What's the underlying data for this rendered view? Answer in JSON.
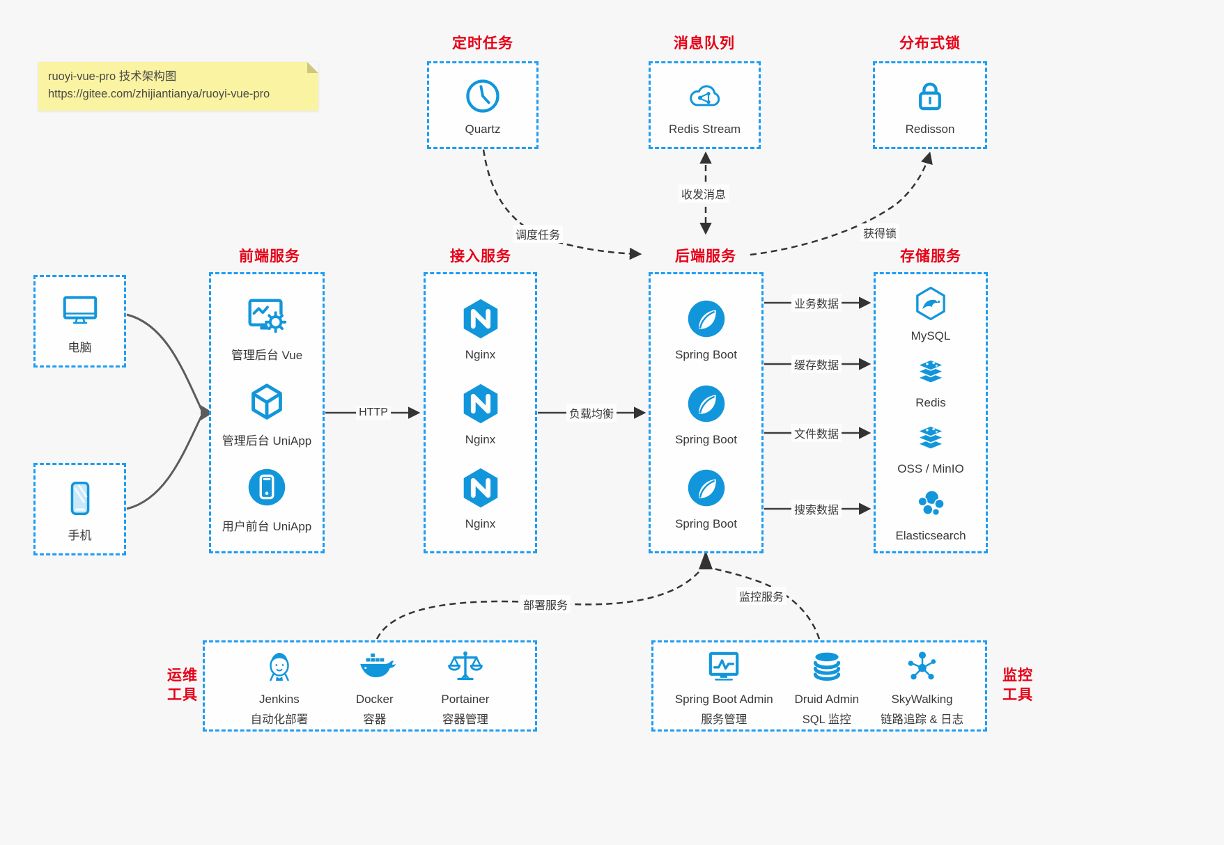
{
  "note": {
    "line1": "ruoyi-vue-pro 技术架构图",
    "line2": "https://gitee.com/zhijiantianya/ruoyi-vue-pro"
  },
  "top_groups": {
    "scheduler": {
      "title": "定时任务",
      "item": {
        "label": "Quartz",
        "icon": "clock-icon"
      }
    },
    "mq": {
      "title": "消息队列",
      "item": {
        "label": "Redis Stream",
        "icon": "cloud-share-icon"
      }
    },
    "lock": {
      "title": "分布式锁",
      "item": {
        "label": "Redisson",
        "icon": "lock-icon"
      }
    }
  },
  "clients": {
    "pc": {
      "label": "电脑",
      "icon": "desktop-icon"
    },
    "mobile": {
      "label": "手机",
      "icon": "phone-icon"
    }
  },
  "columns": {
    "frontend": {
      "title": "前端服务",
      "items": [
        {
          "label": "管理后台 Vue",
          "icon": "admin-vue-icon"
        },
        {
          "label": "管理后台 UniApp",
          "icon": "cube-icon"
        },
        {
          "label": "用户前台 UniApp",
          "icon": "mobile-app-icon"
        }
      ]
    },
    "gateway": {
      "title": "接入服务",
      "items": [
        {
          "label": "Nginx",
          "icon": "nginx-icon"
        },
        {
          "label": "Nginx",
          "icon": "nginx-icon"
        },
        {
          "label": "Nginx",
          "icon": "nginx-icon"
        }
      ]
    },
    "backend": {
      "title": "后端服务",
      "items": [
        {
          "label": "Spring Boot",
          "icon": "spring-boot-icon"
        },
        {
          "label": "Spring Boot",
          "icon": "spring-boot-icon"
        },
        {
          "label": "Spring Boot",
          "icon": "spring-boot-icon"
        }
      ]
    },
    "storage": {
      "title": "存储服务",
      "items": [
        {
          "label": "MySQL",
          "icon": "mysql-icon"
        },
        {
          "label": "Redis",
          "icon": "redis-stack-icon"
        },
        {
          "label": "OSS / MinIO",
          "icon": "storage-stack-icon"
        },
        {
          "label": "Elasticsearch",
          "icon": "elasticsearch-icon"
        }
      ]
    }
  },
  "bottom_groups": {
    "ops": {
      "side_label_line1": "运维",
      "side_label_line2": "工具",
      "items": [
        {
          "name": "Jenkins",
          "desc": "自动化部署",
          "icon": "jenkins-icon"
        },
        {
          "name": "Docker",
          "desc": "容器",
          "icon": "docker-icon"
        },
        {
          "name": "Portainer",
          "desc": "容器管理",
          "icon": "scales-icon"
        }
      ]
    },
    "monitoring": {
      "side_label_line1": "监控",
      "side_label_line2": "工具",
      "items": [
        {
          "name": "Spring Boot Admin",
          "desc": "服务管理",
          "icon": "monitor-chart-icon"
        },
        {
          "name": "Druid Admin",
          "desc": "SQL 监控",
          "icon": "database-icon"
        },
        {
          "name": "SkyWalking",
          "desc": "链路追踪 & 日志",
          "icon": "topology-icon"
        }
      ]
    }
  },
  "edges": {
    "client_pc": {
      "label": "",
      "from": "电脑",
      "to": "前端服务",
      "style": "solid-curve"
    },
    "client_mobile": {
      "label": "",
      "from": "手机",
      "to": "前端服务",
      "style": "solid-curve"
    },
    "http": {
      "label": "HTTP",
      "from": "前端服务",
      "to": "接入服务",
      "style": "solid"
    },
    "load_balance": {
      "label": "负载均衡",
      "from": "接入服务",
      "to": "后端服务",
      "style": "solid"
    },
    "business_data": {
      "label": "业务数据",
      "from": "后端服务",
      "to": "MySQL",
      "style": "solid"
    },
    "cache_data": {
      "label": "缓存数据",
      "from": "后端服务",
      "to": "Redis",
      "style": "solid"
    },
    "file_data": {
      "label": "文件数据",
      "from": "后端服务",
      "to": "OSS / MinIO",
      "style": "solid"
    },
    "search_data": {
      "label": "搜索数据",
      "from": "后端服务",
      "to": "Elasticsearch",
      "style": "solid"
    },
    "schedule_task": {
      "label": "调度任务",
      "from": "Quartz",
      "to": "后端服务",
      "style": "dashed"
    },
    "send_receive_msg": {
      "label": "收发消息",
      "from": "Redis Stream",
      "to": "后端服务",
      "style": "dashed-bidirectional"
    },
    "acquire_lock": {
      "label": "获得锁",
      "from": "后端服务",
      "to": "Redisson",
      "style": "dashed"
    },
    "deploy_service": {
      "label": "部署服务",
      "from": "运维工具",
      "to": "后端服务",
      "style": "dashed"
    },
    "monitor_service": {
      "label": "监控服务",
      "from": "监控工具",
      "to": "后端服务",
      "style": "dashed"
    }
  },
  "colors": {
    "accent_blue": "#1296db",
    "border_blue": "#1e9df2",
    "title_red": "#e60017",
    "arrow_dark": "#3d3d3d",
    "background": "#f7f7f7",
    "note_bg": "#faf3a1"
  }
}
